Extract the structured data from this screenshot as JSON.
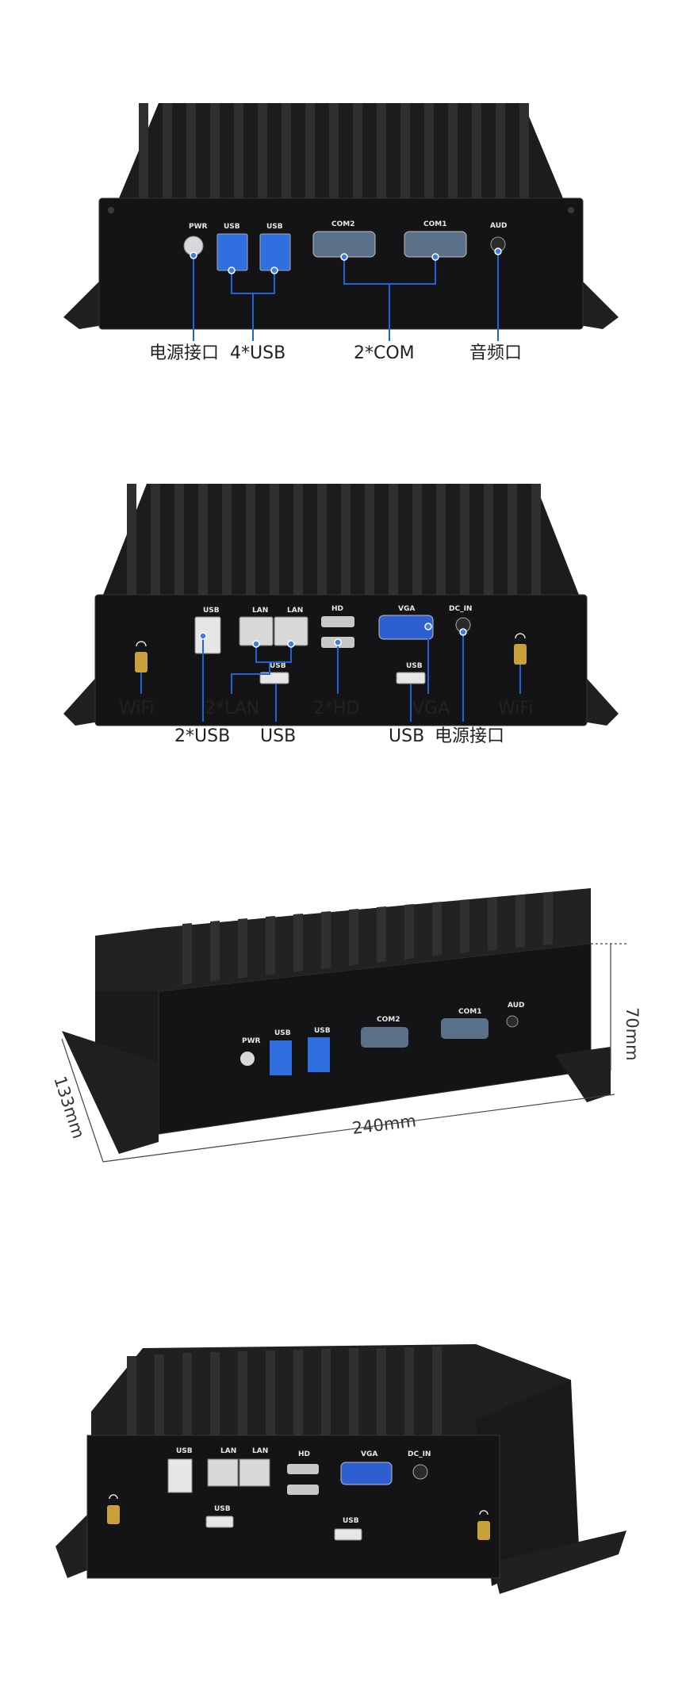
{
  "panel1": {
    "port_labels": {
      "pwr": "PWR",
      "usb_a": "USB",
      "usb_b": "USB",
      "com2": "COM2",
      "com1": "COM1",
      "aud": "AUD"
    },
    "callouts": {
      "power": "电源接口",
      "usb": "4*USB",
      "com": "2*COM",
      "audio": "音频口"
    }
  },
  "panel2": {
    "port_labels": {
      "usb_stack": "USB",
      "lan1": "LAN",
      "lan2": "LAN",
      "hd": "HD",
      "vga": "VGA",
      "dc_in": "DC_IN",
      "usb_left": "USB",
      "usb_right": "USB"
    },
    "callouts": {
      "wifi_left": "WiFi",
      "lan": "2*LAN",
      "usb_dual": "2*USB",
      "usb_left": "USB",
      "hd": "2*HD",
      "usb_right": "USB",
      "vga": "VGA",
      "dc_in": "电源接口",
      "wifi_right": "WiFi"
    }
  },
  "panel3": {
    "port_labels": {
      "pwr": "PWR",
      "usb_a": "USB",
      "usb_b": "USB",
      "com2": "COM2",
      "com1": "COM1",
      "aud": "AUD"
    },
    "dimensions": {
      "height": "70mm",
      "width": "240mm",
      "depth": "133mm"
    }
  },
  "panel4": {
    "port_labels": {
      "usb_stack": "USB",
      "lan1": "LAN",
      "lan2": "LAN",
      "hd": "HD",
      "vga": "VGA",
      "dc_in": "DC_IN",
      "usb_left": "USB",
      "usb_right": "USB"
    }
  },
  "colors": {
    "chassis": "#1c1c1e",
    "fins": "#2c2c2e",
    "front": "#141416",
    "usb3": "#2f6fe0",
    "leader": "#1f63d9",
    "vga": "#2e5fd0",
    "antenna": "#c8a03c"
  }
}
